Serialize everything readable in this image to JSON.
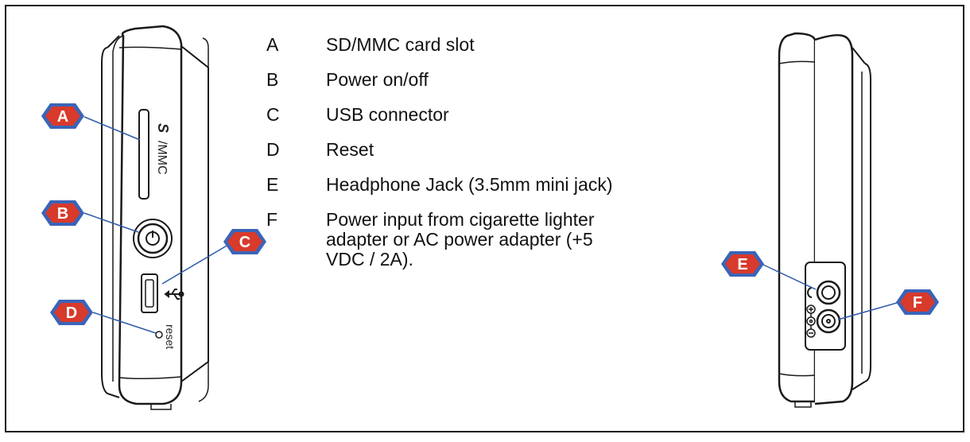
{
  "legend": [
    {
      "key": "A",
      "text": "SD/MMC card slot"
    },
    {
      "key": "B",
      "text": "Power on/off"
    },
    {
      "key": "C",
      "text": "USB connector"
    },
    {
      "key": "D",
      "text": "Reset"
    },
    {
      "key": "E",
      "text": "Headphone Jack (3.5mm mini jack)"
    },
    {
      "key": "F",
      "text": "Power input from cigarette lighter adapter or AC power adapter (+5 VDC / 2A)."
    }
  ],
  "callouts": {
    "a": "A",
    "b": "B",
    "c": "C",
    "d": "D",
    "e": "E",
    "f": "F"
  },
  "device_labels": {
    "sd_mmc": "/MMC",
    "sd_logo": "S",
    "reset": "reset"
  },
  "colors": {
    "badge_fill": "#d83a2c",
    "badge_border": "#3a64b8",
    "line": "#2d5aa8"
  }
}
